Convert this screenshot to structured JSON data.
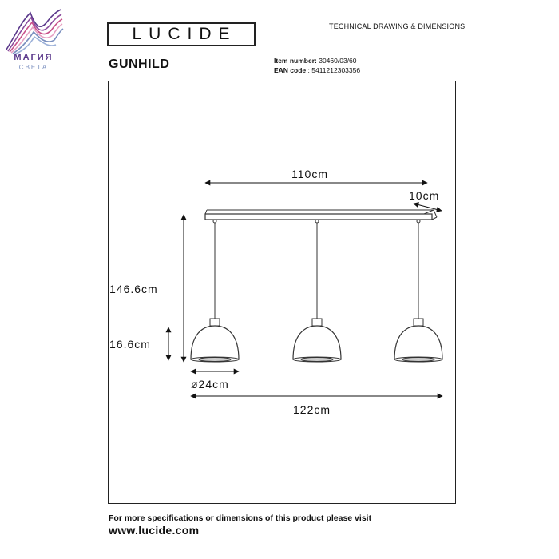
{
  "logo": {
    "brand": "МАГИЯ",
    "sub": "СВЕТА",
    "colors": [
      "#5c3a8c",
      "#c8508a",
      "#7a8fbf",
      "#e6a1c3"
    ]
  },
  "header": {
    "brand": "LUCIDE",
    "doc_title": "TECHNICAL DRAWING & DIMENSIONS",
    "product_name": "GUNHILD",
    "item_label": "Item number:",
    "item_value": "30460/03/60",
    "ean_label": "EAN code",
    "ean_value": ": 5411212303356"
  },
  "dimensions": {
    "bar_length": "110cm",
    "bar_depth": "10cm",
    "total_height": "146.6cm",
    "shade_height": "16.6cm",
    "shade_diameter": "ø24cm",
    "total_width": "122cm"
  },
  "footer": {
    "note": "For more specifications or dimensions of this product please visit",
    "url": "www.lucide.com"
  }
}
